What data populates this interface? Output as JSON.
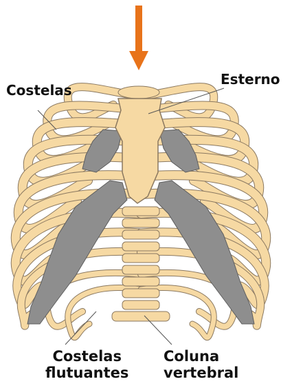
{
  "labels": {
    "ribs": "Costelas",
    "sternum": "Esterno",
    "floating_ribs_line1": "Costelas",
    "floating_ribs_line2": "flutuantes",
    "spine_line1": "Coluna",
    "spine_line2": "vertebral"
  },
  "colors": {
    "bone": "#f6d9a3",
    "bone_outline": "#8a7860",
    "cartilage": "#8e8e8e",
    "arrow": "#e8731a",
    "leader_line": "#555555"
  }
}
